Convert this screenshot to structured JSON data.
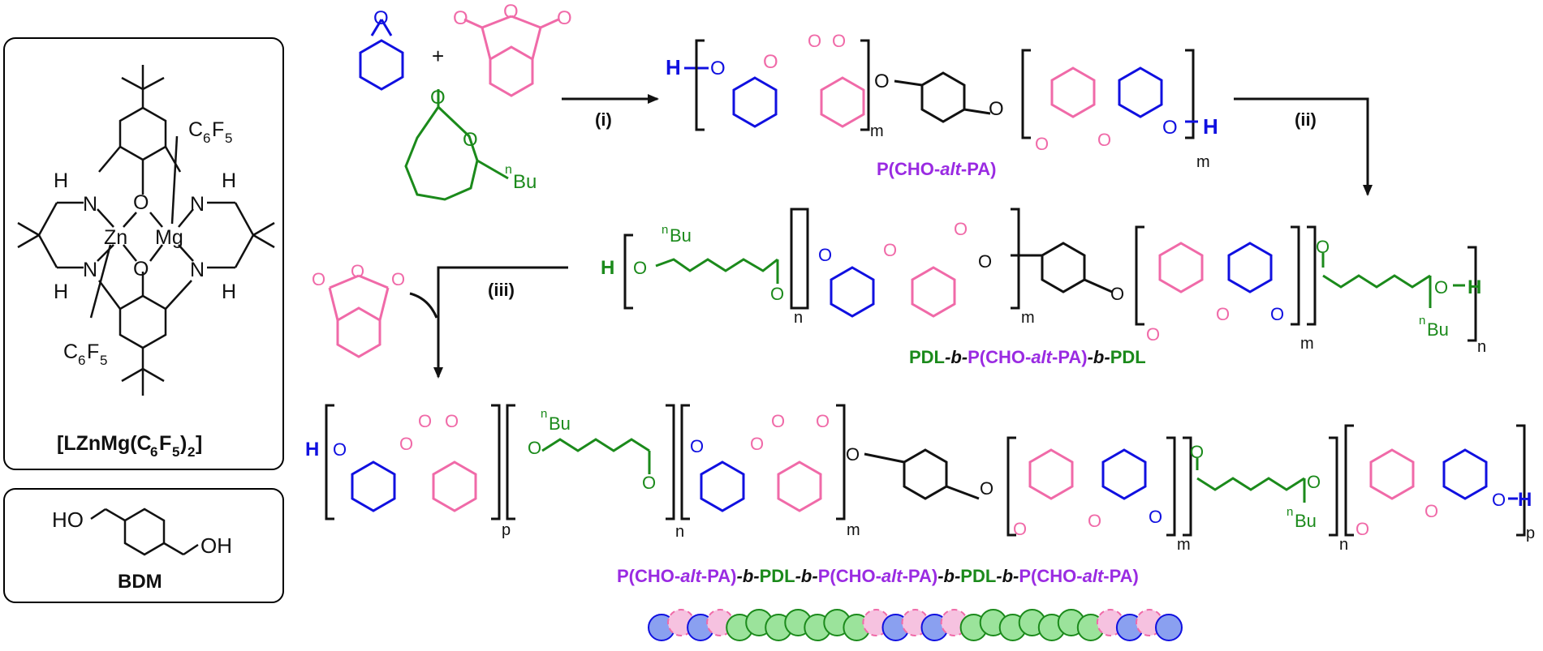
{
  "colors": {
    "black": "#111111",
    "blue": "#1010e0",
    "pink": "#f06aa8",
    "green": "#1b8a1b",
    "purple": "#9a2be2"
  },
  "catalyst": {
    "name_prefix": "[LZnMg(C",
    "name_sub6": "6",
    "name_mid": "F",
    "name_sub5": "5",
    "name_suffix": ")",
    "name_sub2": "2",
    "name_close": "]",
    "zn": "Zn",
    "mg": "Mg",
    "o": "O",
    "n": "N",
    "h": "H",
    "c6f5_c": "C",
    "c6f5_6": "6",
    "c6f5_f": "F",
    "c6f5_5": "5"
  },
  "initiator": {
    "name": "BDM",
    "ho": "HO",
    "oh": "OH"
  },
  "monomers": {
    "plus": "+",
    "epoxide_o": "O",
    "anhydride_o": "O",
    "lactone_o": "O",
    "nbu_n": "n",
    "nbu_bu": "Bu"
  },
  "steps": {
    "step1": "(i)",
    "step2": "(ii)",
    "step3": "(iii)"
  },
  "atoms": {
    "h": "H",
    "o": "O",
    "m": "m",
    "n": "n",
    "p": "p"
  },
  "labels": {
    "polymer1": [
      "P(CHO-",
      "alt",
      "-PA)"
    ],
    "polymer2": {
      "pdl1": "PDL",
      "b1": "-b-",
      "mid_a": "P(CHO-",
      "mid_alt": "alt",
      "mid_b": "-PA)",
      "b2": "-b-",
      "pdl2": "PDL"
    },
    "polymer3": {
      "s1a": "P(CHO-",
      "s1alt": "alt",
      "s1b": "-PA)",
      "b1": "-b-",
      "pdl1": "PDL",
      "b2": "-b-",
      "s2a": "P(CHO-",
      "s2alt": "alt",
      "s2b": "-PA)",
      "b3": "-b-",
      "pdl2": "PDL",
      "b4": "-b-",
      "s3a": "P(CHO-",
      "s3alt": "alt",
      "s3b": "-PA)"
    }
  },
  "bead_chain": [
    "blue",
    "pink",
    "blue",
    "pink",
    "green",
    "green",
    "green",
    "green",
    "green",
    "green",
    "green",
    "pink",
    "blue",
    "pink",
    "blue",
    "pink",
    "green",
    "green",
    "green",
    "green",
    "green",
    "green",
    "green",
    "pink",
    "blue",
    "pink",
    "blue"
  ]
}
